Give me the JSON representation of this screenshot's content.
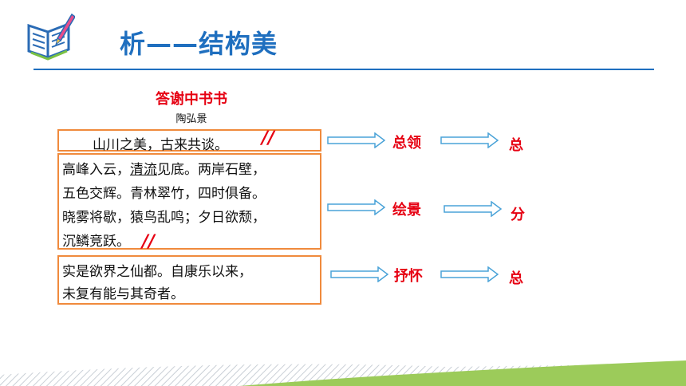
{
  "header": {
    "logo_icon": "open-book-pencil-icon",
    "heading": "析——结构美"
  },
  "poem": {
    "title": "答谢中书书",
    "author": "陶弘景",
    "box1": {
      "text": "山川之美，古来共谈。"
    },
    "box2": {
      "line1_pre": "高峰入云，",
      "line1_ul": "清流",
      "line1_post": "见底。两岸石壁，",
      "line2": "五色交辉。青林翠竹，四时俱备。",
      "line3": "晓雾将歇，猿鸟乱鸣；夕日欲颓，",
      "line4": "沉鳞竞跃。"
    },
    "box3": {
      "line1": "实是欲界之仙都。自康乐以来，",
      "line2": "未复有能与其奇者。"
    },
    "divider_mark": "//"
  },
  "structure": [
    {
      "function": "总领",
      "role": "总"
    },
    {
      "function": "绘景",
      "role": "分"
    },
    {
      "function": "抒怀",
      "role": "总"
    }
  ],
  "colors": {
    "heading_blue": "#1f6fbf",
    "accent_red": "#e60012",
    "box_orange": "#f08a3c",
    "arrow_blue": "#4aa3d8",
    "footer_green": "#9ccb5a"
  }
}
